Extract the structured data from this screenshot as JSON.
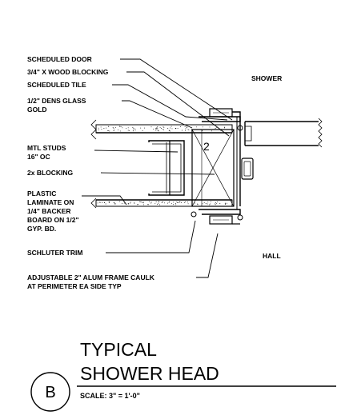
{
  "notes": {
    "scheduled_door": "SCHEDULED DOOR",
    "wood_blocking": "3/4\" X WOOD BLOCKING",
    "scheduled_tile": "SCHEDULED TILE",
    "dens_glass_1": "1/2\" DENS GLASS",
    "dens_glass_2": "GOLD",
    "mtl_studs_1": "MTL STUDS",
    "mtl_studs_2": "16\" OC",
    "blocking_2x": "2x BLOCKING",
    "plastic_1": "PLASTIC",
    "plastic_2": "LAMINATE ON",
    "plastic_3": "1/4\" BACKER",
    "plastic_4": "BOARD ON 1/2\"",
    "plastic_5": "GYP. BD.",
    "schluter_trim": "SCHLUTER TRIM",
    "alum_frame_1": "ADJUSTABLE 2\" ALUM FRAME CAULK",
    "alum_frame_2": "AT PERIMETER EA SIDE TYP"
  },
  "rooms": {
    "shower": "SHOWER",
    "hall": "HALL"
  },
  "detail_tag": "2",
  "title": {
    "line1": "TYPICAL",
    "line2": "SHOWER HEAD",
    "scale": "SCALE: 3\" = 1'-0\"",
    "bubble": "B"
  }
}
